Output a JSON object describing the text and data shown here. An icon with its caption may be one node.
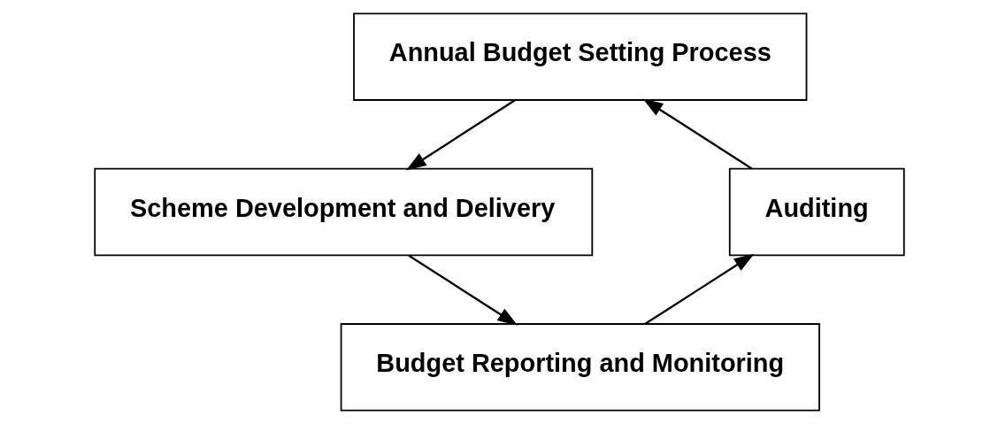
{
  "diagram": {
    "nodes": [
      {
        "text": [
          "Annual Budget Setting Process"
        ]
      },
      {
        "text": [
          "Scheme Development and Delivery"
        ]
      },
      {
        "text": [
          "Budget Reporting and Monitoring"
        ]
      },
      {
        "text": [
          "Auditing"
        ]
      }
    ],
    "edges": [
      {
        "from": 0,
        "to": 1,
        "arrow": "to"
      },
      {
        "from": 1,
        "to": 2,
        "arrow": "to"
      },
      {
        "from": 2,
        "to": 3,
        "arrow": "to"
      },
      {
        "from": 3,
        "to": 0,
        "arrow": "to"
      }
    ]
  }
}
